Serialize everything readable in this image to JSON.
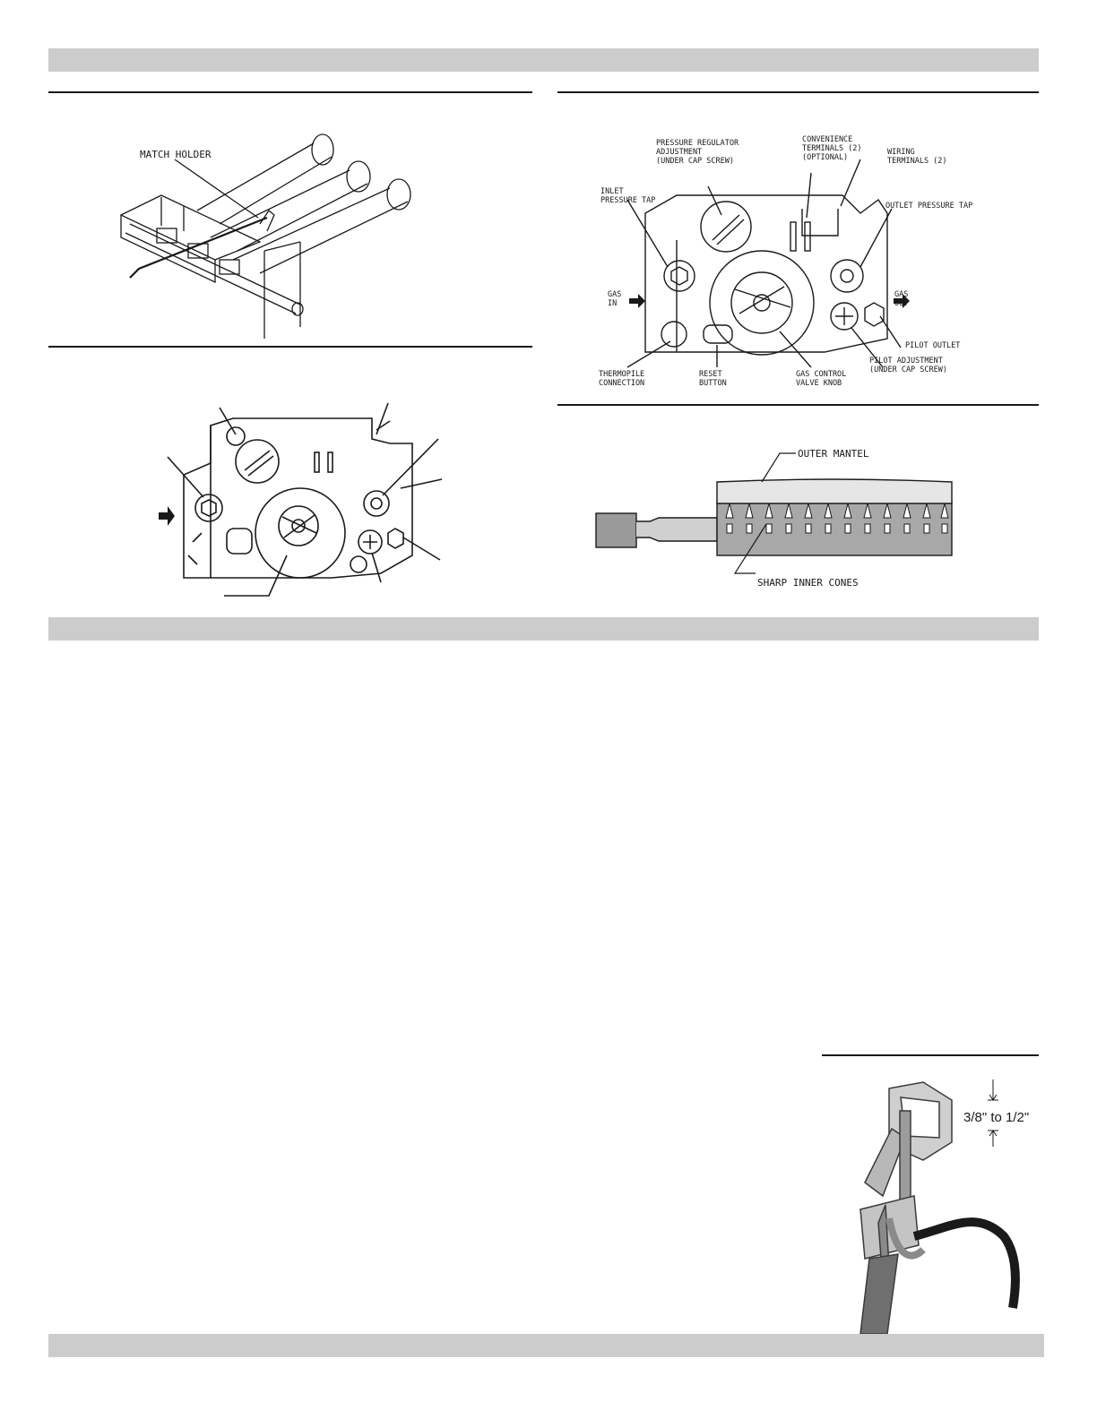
{
  "figure_burner": {
    "match_holder_label": "MATCH HOLDER"
  },
  "figure_valve_labeled": {
    "pressure_regulator": "PRESSURE REGULATOR\nADJUSTMENT\n(UNDER CAP SCREW)",
    "convenience_terminals": "CONVENIENCE\nTERMINALS (2)\n(OPTIONAL)",
    "wiring_terminals": "WIRING\nTERMINALS (2)",
    "inlet_pressure_tap": "INLET\nPRESSURE TAP",
    "outlet_pressure_tap": "OUTLET PRESSURE TAP",
    "gas_in": "GAS\nIN",
    "gas_out": "GAS\nOUT",
    "pilot_outlet": "PILOT OUTLET",
    "pilot_adjustment": "PILOT ADJUSTMENT\n(UNDER CAP SCREW)",
    "thermopile_connection": "THERMOPILE\nCONNECTION",
    "reset_button": "RESET\nBUTTON",
    "gas_control_knob": "GAS CONTROL\nVALVE KNOB"
  },
  "figure_flame": {
    "outer_mantel": "OUTER MANTEL",
    "inner_cones": "SHARP INNER CONES"
  },
  "figure_pilot": {
    "gap_label": "3/8\" to 1/2\""
  }
}
